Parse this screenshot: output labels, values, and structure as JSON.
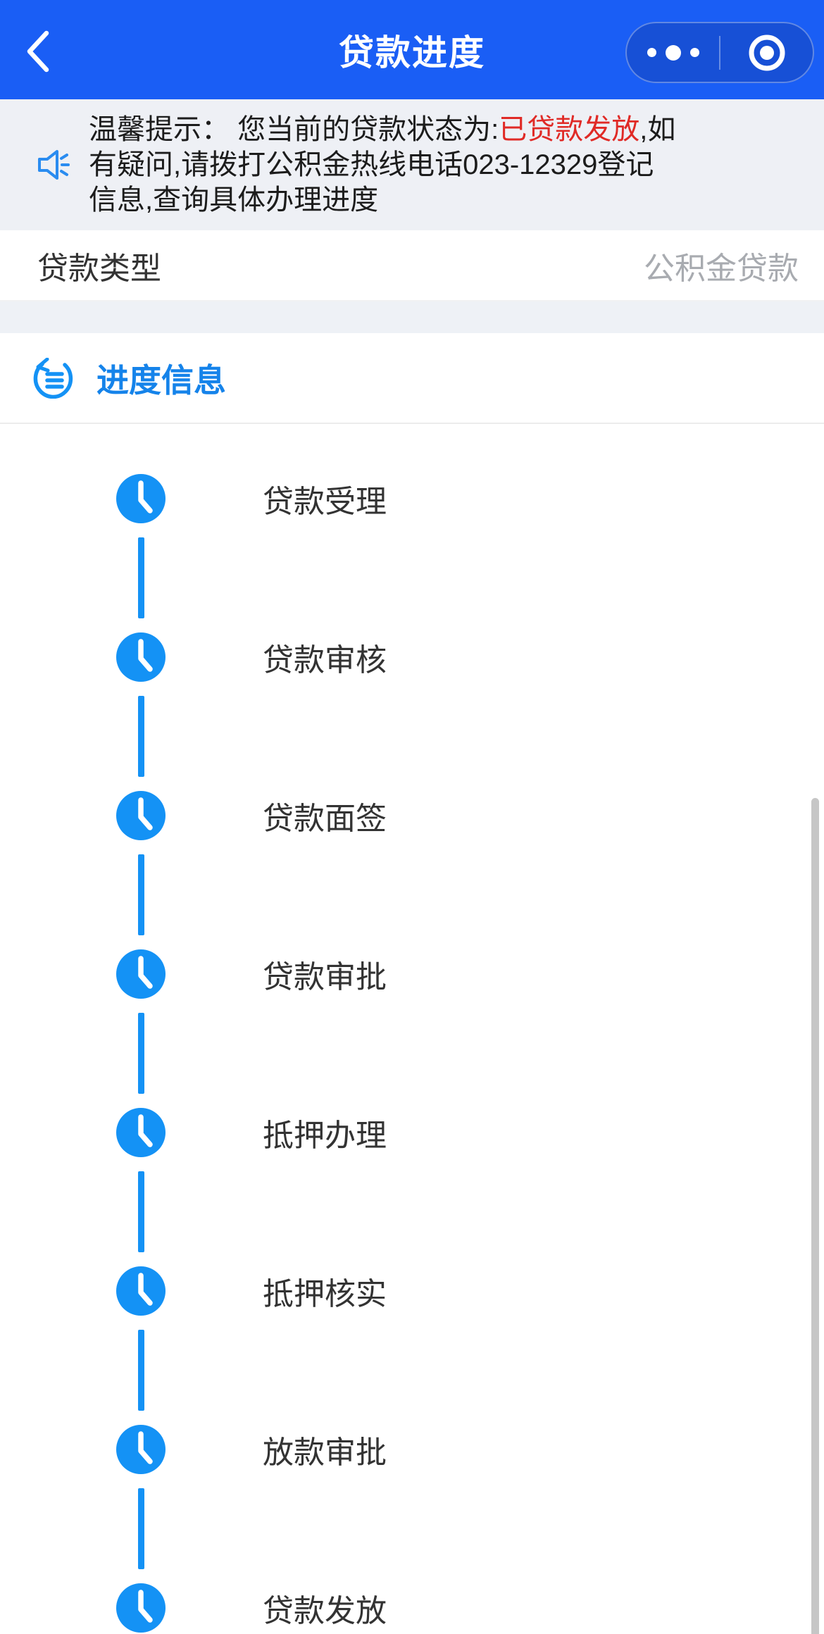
{
  "colors": {
    "header_bg": "#1a5ef5",
    "capsule_bg": "#1750d6",
    "notice_bg": "#eef0f5",
    "status_red": "#e02a26",
    "accent_blue": "#1492f5",
    "section_blue": "#1583ea",
    "label_dark": "#333333",
    "value_gray": "#a8abb0",
    "scrollbar_gray": "#c6c6c6"
  },
  "header": {
    "title": "贷款进度",
    "back_icon": "chevron-left-icon",
    "capsule": {
      "menu_icon": "menu-dots-icon",
      "exit_icon": "capsule-target-icon"
    }
  },
  "notice": {
    "icon": "speaker-icon",
    "status_value": "已贷款发放",
    "lines": [
      [
        {
          "text": "温馨提示： 您当前的贷款状态为:"
        },
        {
          "text": "已贷款发放",
          "highlight": true
        },
        {
          "text": ",如"
        }
      ],
      [
        {
          "text": "有疑问,请拨打公积金热线电话023-12329登记"
        }
      ],
      [
        {
          "text": "信息,查询具体办理进度"
        }
      ]
    ]
  },
  "loan_type": {
    "label": "贷款类型",
    "value": "公积金贷款"
  },
  "progress_section": {
    "icon": "progress-list-icon",
    "title": "进度信息"
  },
  "timeline": {
    "step_icon": "clock-icon",
    "steps": [
      {
        "label": "贷款受理"
      },
      {
        "label": "贷款审核"
      },
      {
        "label": "贷款面签"
      },
      {
        "label": "贷款审批"
      },
      {
        "label": "抵押办理"
      },
      {
        "label": "抵押核实"
      },
      {
        "label": "放款审批"
      },
      {
        "label": "贷款发放"
      }
    ]
  }
}
